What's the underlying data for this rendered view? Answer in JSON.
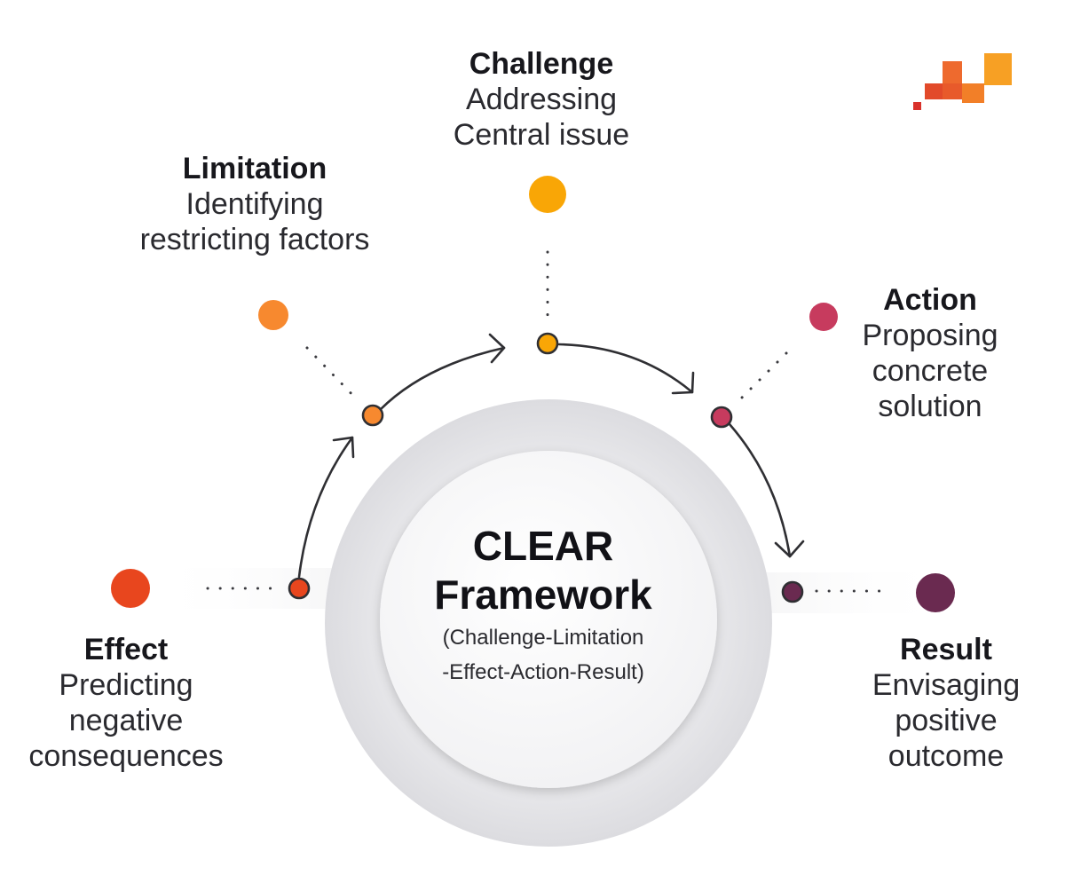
{
  "center": {
    "title_line1": "CLEAR",
    "title_line2": "Framework",
    "subtitle_line1": "(Challenge-Limitation",
    "subtitle_line2": "-Effect-Action-Result)"
  },
  "stages": [
    {
      "key": "challenge",
      "title": "Challenge",
      "description": "Addressing\nCentral issue",
      "color": "#F9A606"
    },
    {
      "key": "limitation",
      "title": "Limitation",
      "description": "Identifying\nrestricting factors",
      "color": "#F7892F"
    },
    {
      "key": "effect",
      "title": "Effect",
      "description": "Predicting\nnegative\nconsequences",
      "color": "#E8461E"
    },
    {
      "key": "action",
      "title": "Action",
      "description": "Proposing\nconcrete\nsolution",
      "color": "#C73B5E"
    },
    {
      "key": "result",
      "title": "Result",
      "description": "Envisaging\npositive\noutcome",
      "color": "#6A2A50"
    }
  ],
  "colors": {
    "text": "#17171c",
    "arc": "#2f2f33",
    "ring_outer": "#e9e9ec",
    "ring_inner": "#f7f7f8"
  },
  "icons": [
    "brand-logo-icon"
  ]
}
